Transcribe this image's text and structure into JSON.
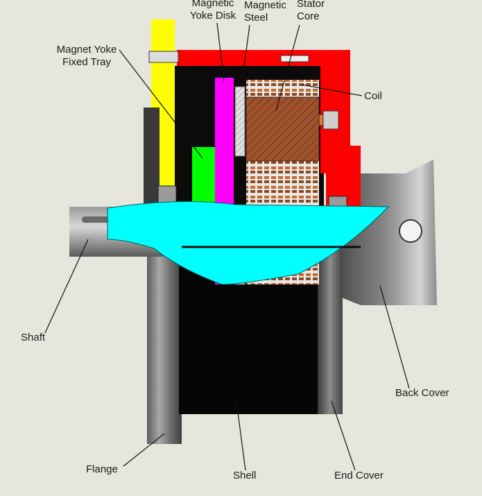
{
  "labels": {
    "magnetic_yoke_disk": [
      "Magnetic",
      "Yoke Disk"
    ],
    "magnetic_steel": [
      "Magnetic",
      "Steel"
    ],
    "stator_core": [
      "Stator",
      "Core"
    ],
    "magnet_yoke_fixed_tray": [
      "Magnet Yoke",
      "Fixed Tray"
    ],
    "coil": "Coil",
    "shaft": "Shaft",
    "back_cover": "Back Cover",
    "flange": "Flange",
    "shell": "Shell",
    "end_cover": "End Cover"
  },
  "colors": {
    "background": "#e6e6dc",
    "stator_housing": "#ff0000",
    "fixed_tray": "#ffff00",
    "magnetic_yoke_disk": "#ff00ff",
    "green_part": "#00ff00",
    "shaft": "#00ffff",
    "stator_core": "#a0522d",
    "shell": "#000000",
    "back_cover": "#7a7a7a"
  }
}
